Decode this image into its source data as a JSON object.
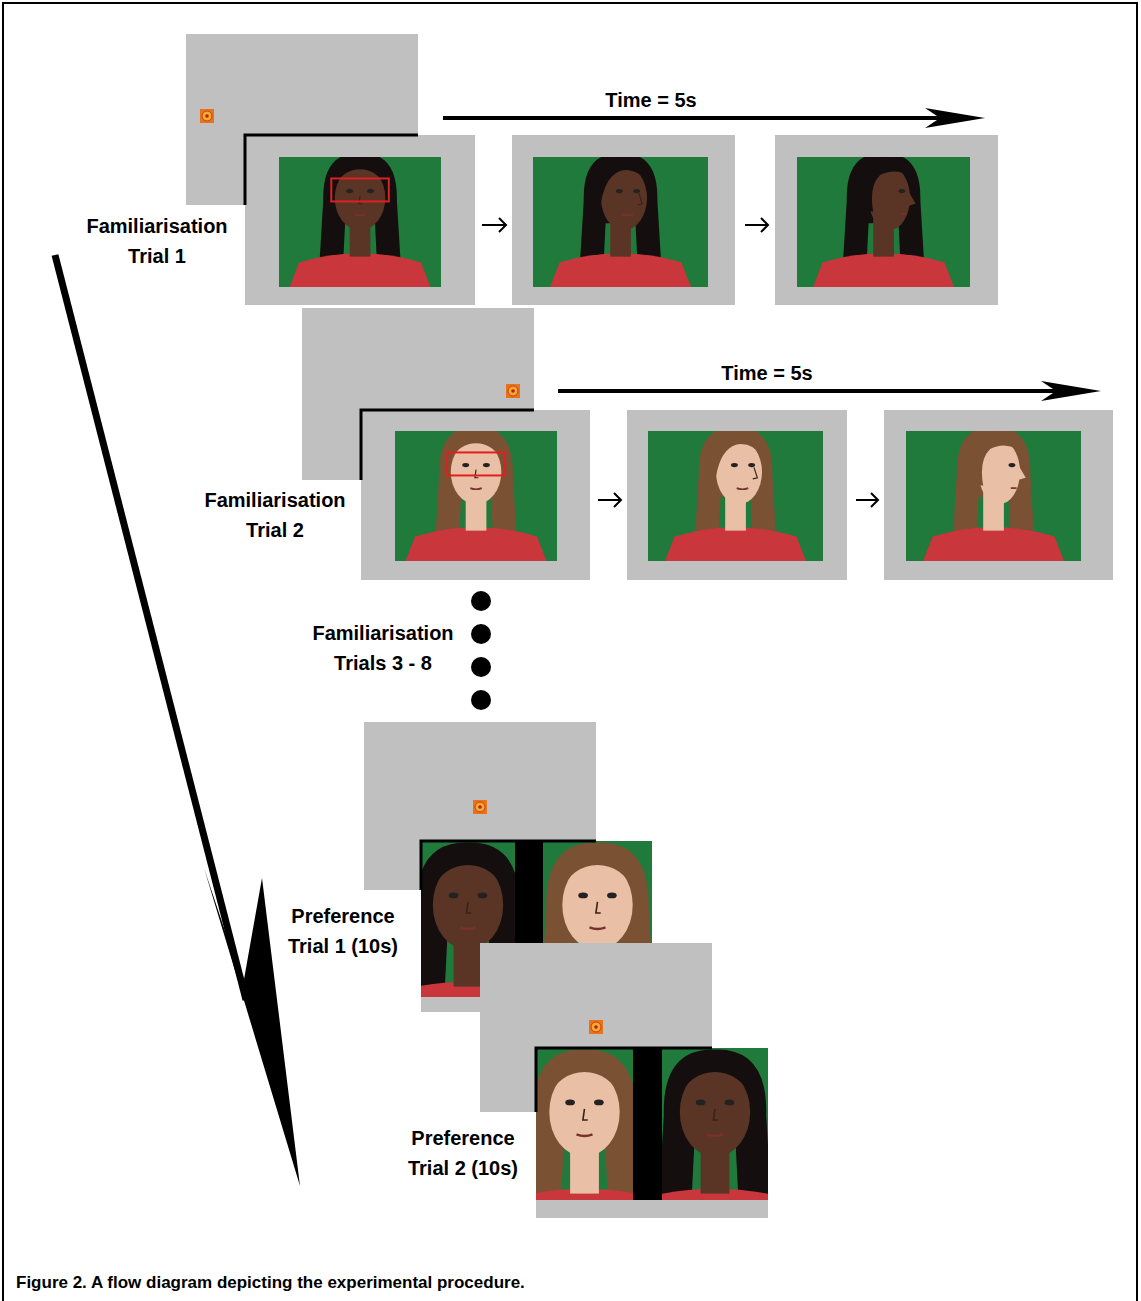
{
  "diagram": {
    "caption": "Figure 2. A flow diagram depicting the experimental procedure.",
    "labels": [
      "Time = 5s",
      "Familiarisation Trial 1",
      "Time = 5s",
      "Familiarisation Trial 2",
      "Familiarisation Trials 3 - 8",
      "Preference Trial 1 (10s)",
      "Preference Trial 2 (10s)"
    ]
  }
}
